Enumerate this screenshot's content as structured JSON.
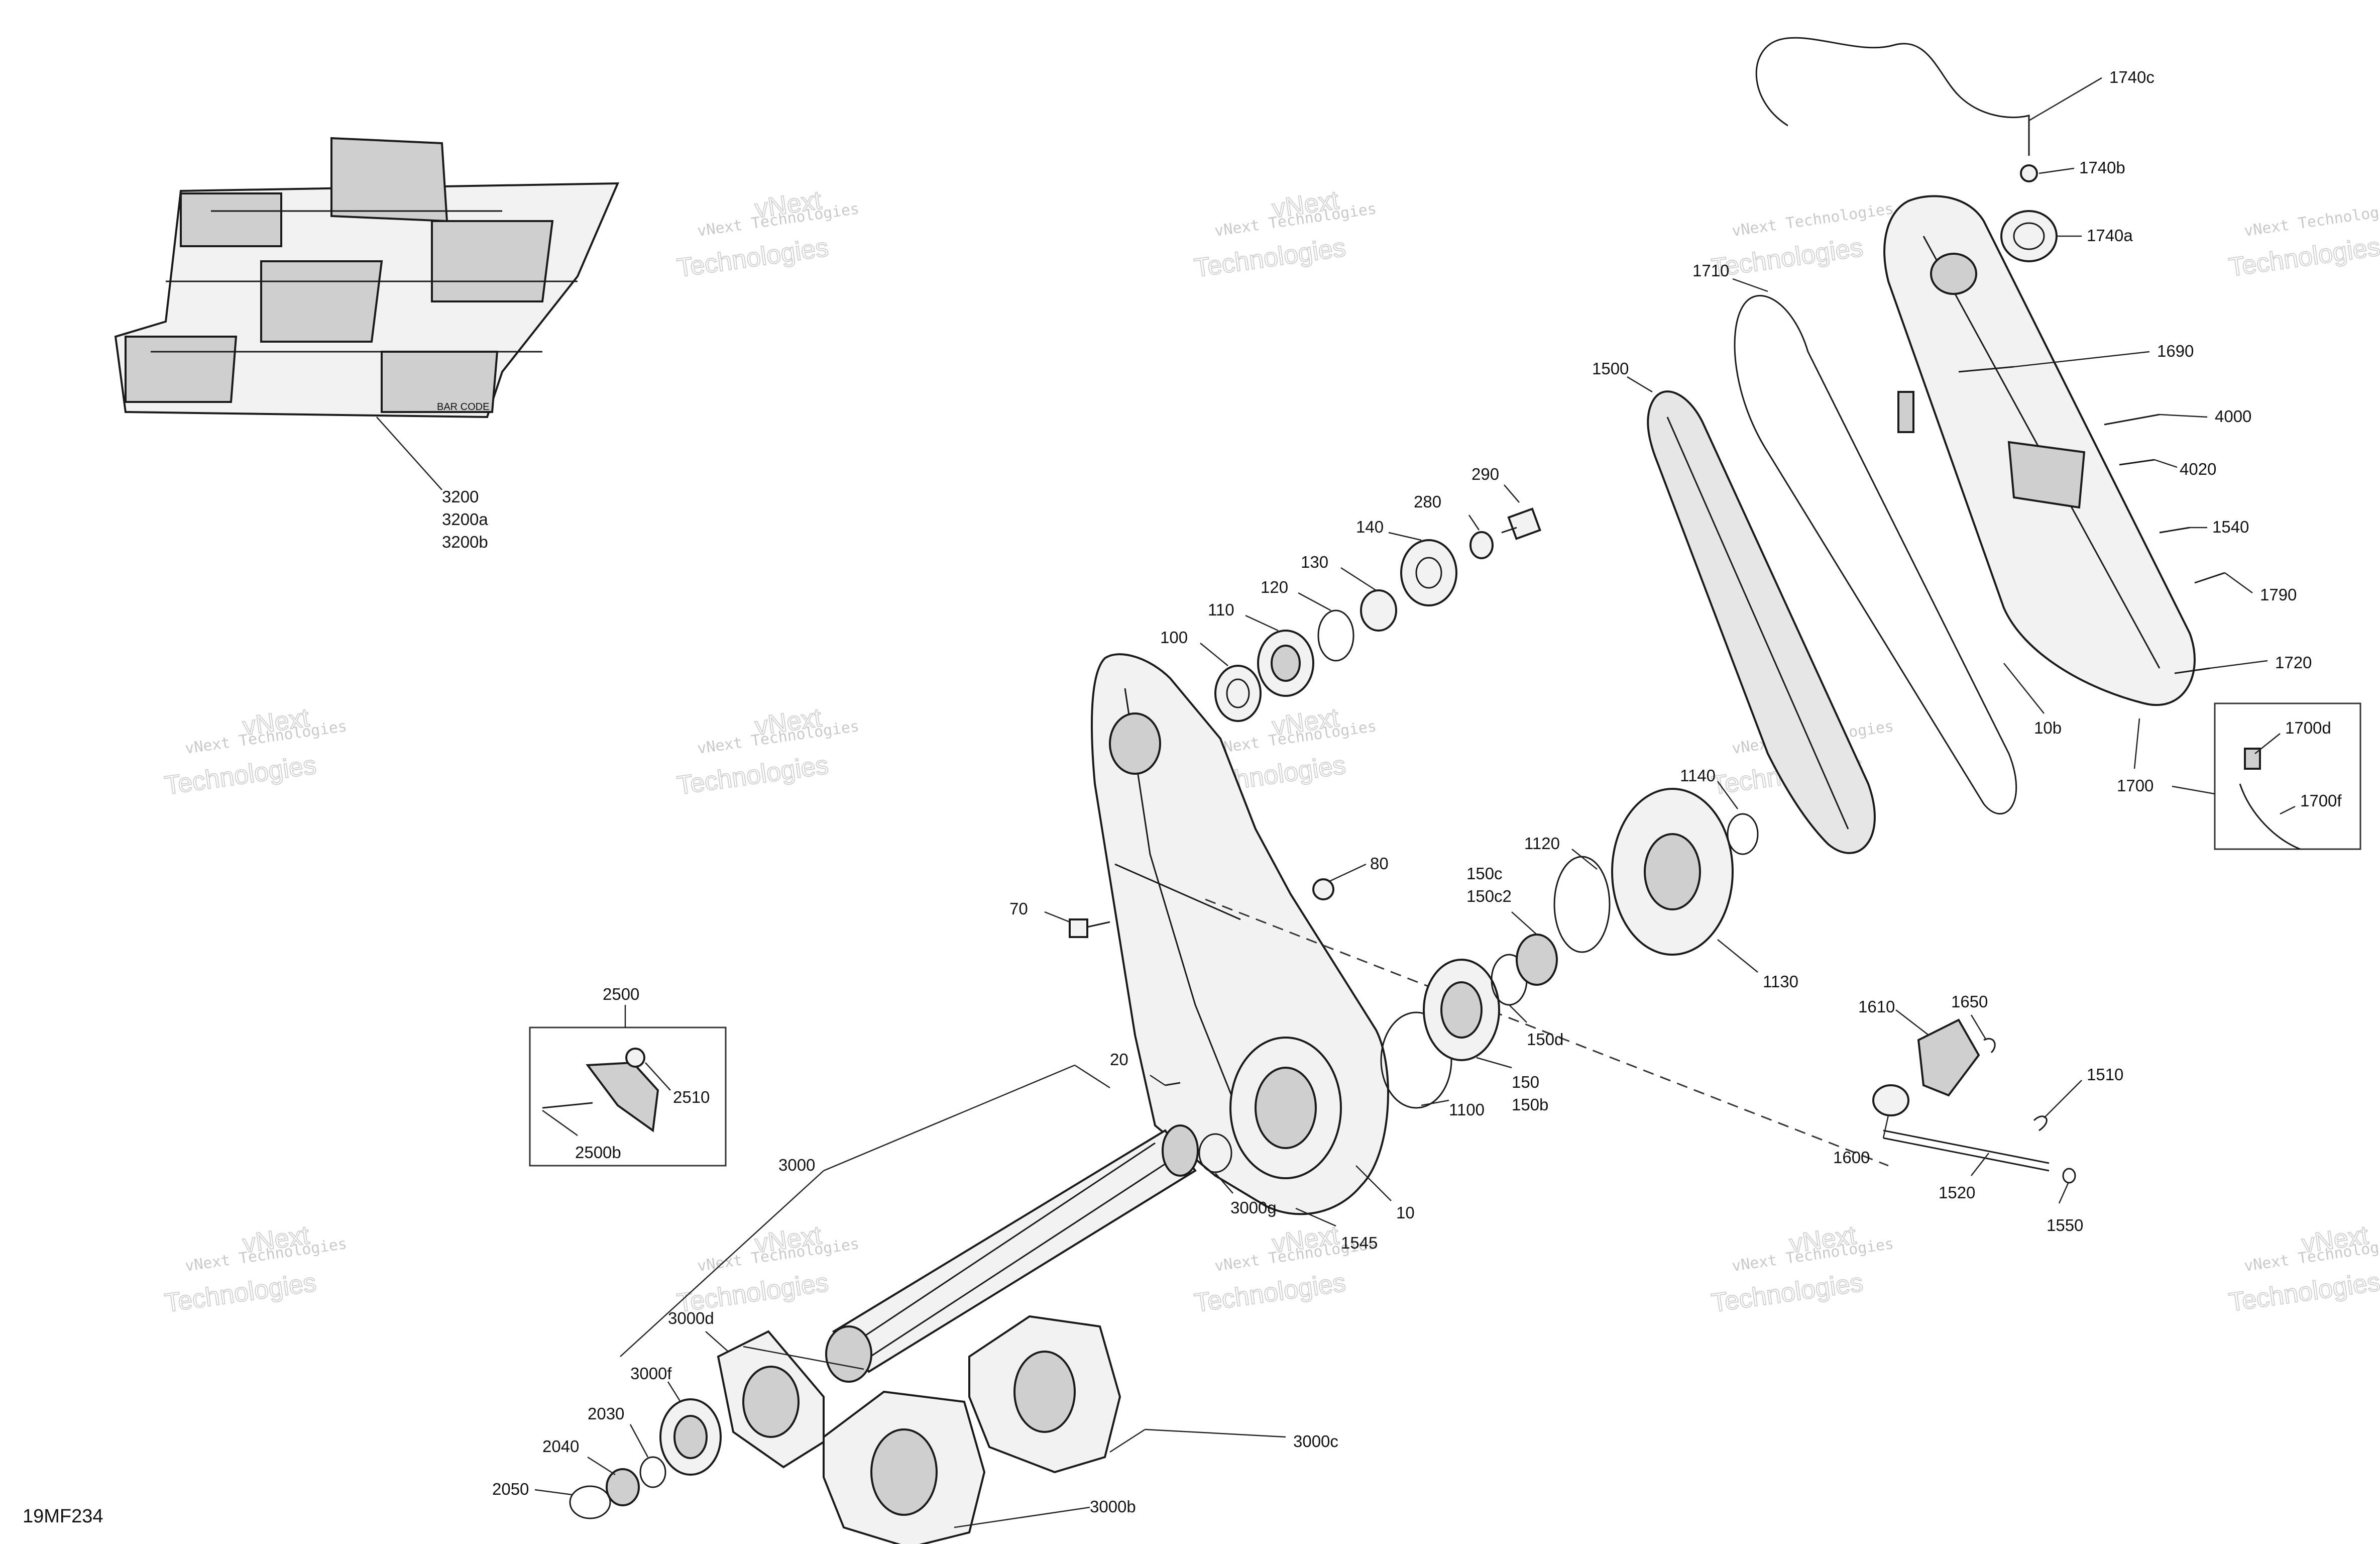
{
  "drawing_code": "19MF234",
  "watermark": {
    "line1": "vNext Technologies",
    "line2": "vNext",
    "line3": "Technologies"
  },
  "decal_text": "BAR CODE",
  "callouts": {
    "c3200": "3200",
    "c3200a": "3200a",
    "c3200b": "3200b",
    "c1740c": "1740c",
    "c1740b": "1740b",
    "c1740a": "1740a",
    "c1710": "1710",
    "c1500": "1500",
    "c1690": "1690",
    "c4000": "4000",
    "c4020": "4020",
    "c1540": "1540",
    "c1790": "1790",
    "c1720": "1720",
    "c10b": "10b",
    "c1700d": "1700d",
    "c1700": "1700",
    "c1700f": "1700f",
    "c290": "290",
    "c280": "280",
    "c140": "140",
    "c130": "130",
    "c120": "120",
    "c110": "110",
    "c100": "100",
    "c1140": "1140",
    "c1120": "1120",
    "c150c": "150c",
    "c150c2": "150c2",
    "c80": "80",
    "c70": "70",
    "c1130": "1130",
    "c150d": "150d",
    "c150": "150",
    "c150b": "150b",
    "c1100": "1100",
    "c1610": "1610",
    "c1650": "1650",
    "c1510": "1510",
    "c1600": "1600",
    "c1520": "1520",
    "c1550": "1550",
    "c2500": "2500",
    "c2510": "2510",
    "c2500b": "2500b",
    "c20": "20",
    "c3000": "3000",
    "c3000g": "3000g",
    "c10": "10",
    "c1545": "1545",
    "c3000d": "3000d",
    "c3000f": "3000f",
    "c2030": "2030",
    "c2040": "2040",
    "c2050": "2050",
    "c3000b": "3000b",
    "c3000c": "3000c"
  }
}
